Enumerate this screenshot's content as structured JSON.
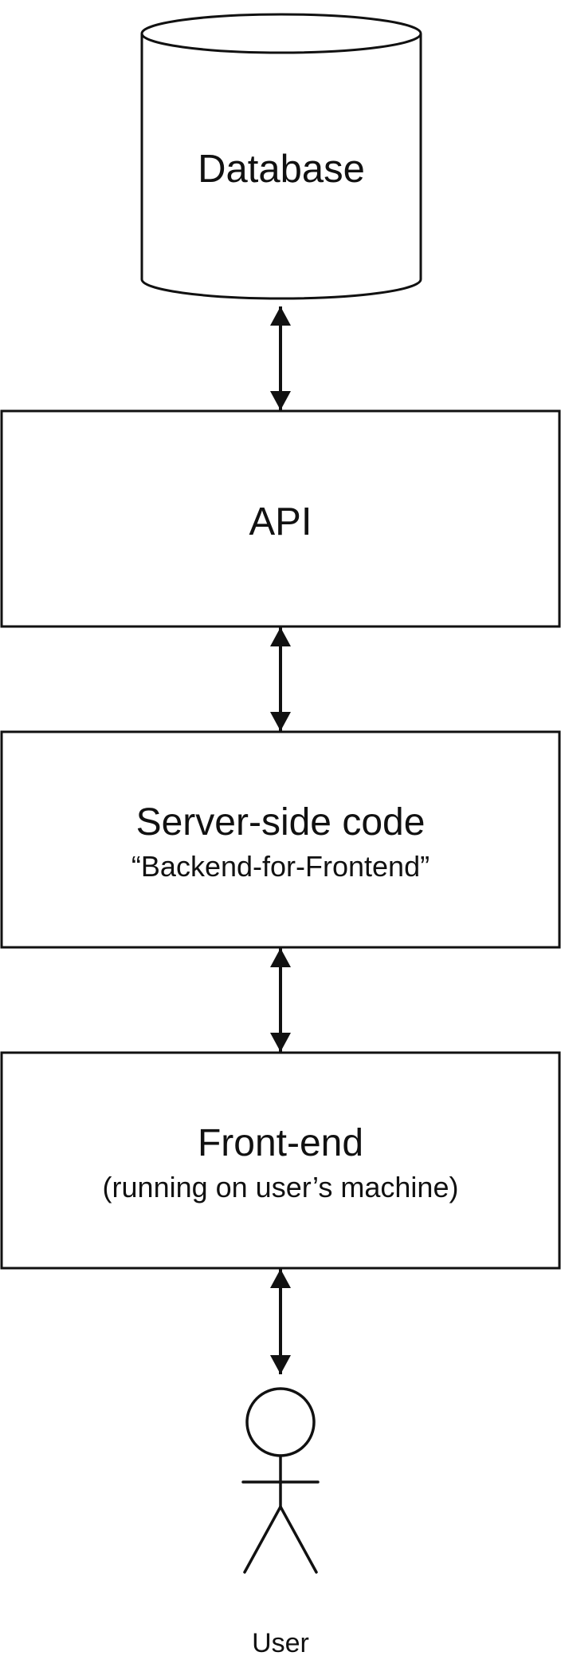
{
  "diagram": {
    "nodes": {
      "database": {
        "title": "Database"
      },
      "api": {
        "title": "API"
      },
      "server": {
        "title": "Server-side code",
        "subtitle": "“Backend-for-Frontend”"
      },
      "frontend": {
        "title": "Front-end",
        "subtitle": "(running on user’s machine)"
      },
      "user": {
        "label": "User"
      }
    },
    "connections": [
      {
        "from": "database",
        "to": "api",
        "direction": "bidirectional"
      },
      {
        "from": "api",
        "to": "server",
        "direction": "bidirectional"
      },
      {
        "from": "server",
        "to": "frontend",
        "direction": "bidirectional"
      },
      {
        "from": "frontend",
        "to": "user",
        "direction": "bidirectional"
      }
    ]
  }
}
